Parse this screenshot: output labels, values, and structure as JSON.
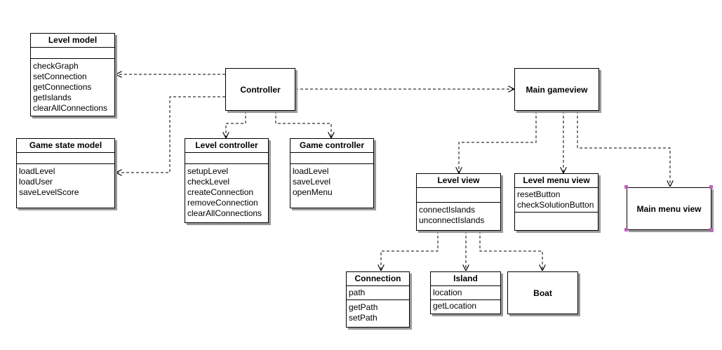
{
  "classes": {
    "level_model": {
      "name": "Level model",
      "attributes": [],
      "operations": [
        "checkGraph",
        "setConnection",
        "getConnections",
        "getIslands",
        "clearAllConnections"
      ]
    },
    "game_state_model": {
      "name": "Game state model",
      "attributes": [],
      "operations": [
        "loadLevel",
        "loadUser",
        "saveLevelScore"
      ]
    },
    "controller": {
      "name": "Controller"
    },
    "level_controller": {
      "name": "Level controller",
      "attributes": [],
      "operations": [
        "setupLevel",
        "checkLevel",
        "createConnection",
        "removeConnection",
        "clearAllConnections"
      ]
    },
    "game_controller": {
      "name": "Game controller",
      "attributes": [],
      "operations": [
        "loadLevel",
        "saveLevel",
        "openMenu"
      ]
    },
    "main_gameview": {
      "name": "Main gameview"
    },
    "level_view": {
      "name": "Level view",
      "attributes": [],
      "operations": [
        "connectIslands",
        "unconnectIslands"
      ]
    },
    "level_menu_view": {
      "name": "Level menu view",
      "attributes": [
        "resetButton",
        "checkSolutionButton"
      ],
      "operations": []
    },
    "main_menu_view": {
      "name": "Main menu view"
    },
    "connection": {
      "name": "Connection",
      "attributes": [
        "path"
      ],
      "operations": [
        "getPath",
        "setPath"
      ]
    },
    "island": {
      "name": "Island",
      "attributes": [
        "location"
      ],
      "operations": [
        "getLocation"
      ]
    },
    "boat": {
      "name": "Boat"
    }
  },
  "dependencies": [
    {
      "from": "controller",
      "to": "level_model"
    },
    {
      "from": "controller",
      "to": "game_state_model"
    },
    {
      "from": "controller",
      "to": "level_controller"
    },
    {
      "from": "controller",
      "to": "game_controller"
    },
    {
      "from": "controller",
      "to": "main_gameview"
    },
    {
      "from": "main_gameview",
      "to": "level_view"
    },
    {
      "from": "main_gameview",
      "to": "level_menu_view"
    },
    {
      "from": "main_gameview",
      "to": "main_menu_view"
    },
    {
      "from": "level_view",
      "to": "connection"
    },
    {
      "from": "level_view",
      "to": "island"
    },
    {
      "from": "level_view",
      "to": "boat"
    }
  ],
  "style": {
    "line_color": "#000000",
    "shadow_color": "#9a9a9a",
    "selection_handle_color": "#c060c0"
  }
}
